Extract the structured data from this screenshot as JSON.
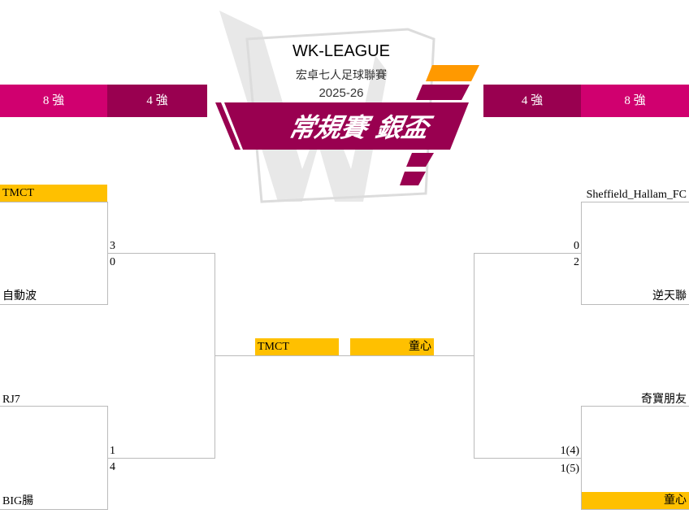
{
  "logo": {
    "title": "WK-LEAGUE",
    "subtitle": "宏卓七人足球聯賽",
    "season": "2025-26",
    "banner": "常規賽 銀盃"
  },
  "colors": {
    "round8": "#d0006f",
    "round4": "#990050",
    "winner": "#ffc000",
    "line": "#bbbbbb",
    "accent": "#ff9900"
  },
  "headers": {
    "left_r8": "8 強",
    "left_r4": "4 強",
    "right_r4": "4 強",
    "right_r8": "8 強"
  },
  "left": {
    "qf1": {
      "team1": "TMCT",
      "team2": "自動波",
      "score1": "3",
      "score2": "0"
    },
    "qf2": {
      "team1": "RJ7",
      "team2": "BIG腸",
      "score1": "1",
      "score2": "4"
    }
  },
  "right": {
    "qf1": {
      "team1": "Sheffield_Hallam_FC",
      "team2": "逆天聯",
      "score1": "0",
      "score2": "2"
    },
    "qf2": {
      "team1": "奇寶朋友",
      "team2": "童心",
      "score1": "1(4)",
      "score2": "1(5)"
    }
  },
  "final": {
    "left": "TMCT",
    "right": "童心"
  }
}
